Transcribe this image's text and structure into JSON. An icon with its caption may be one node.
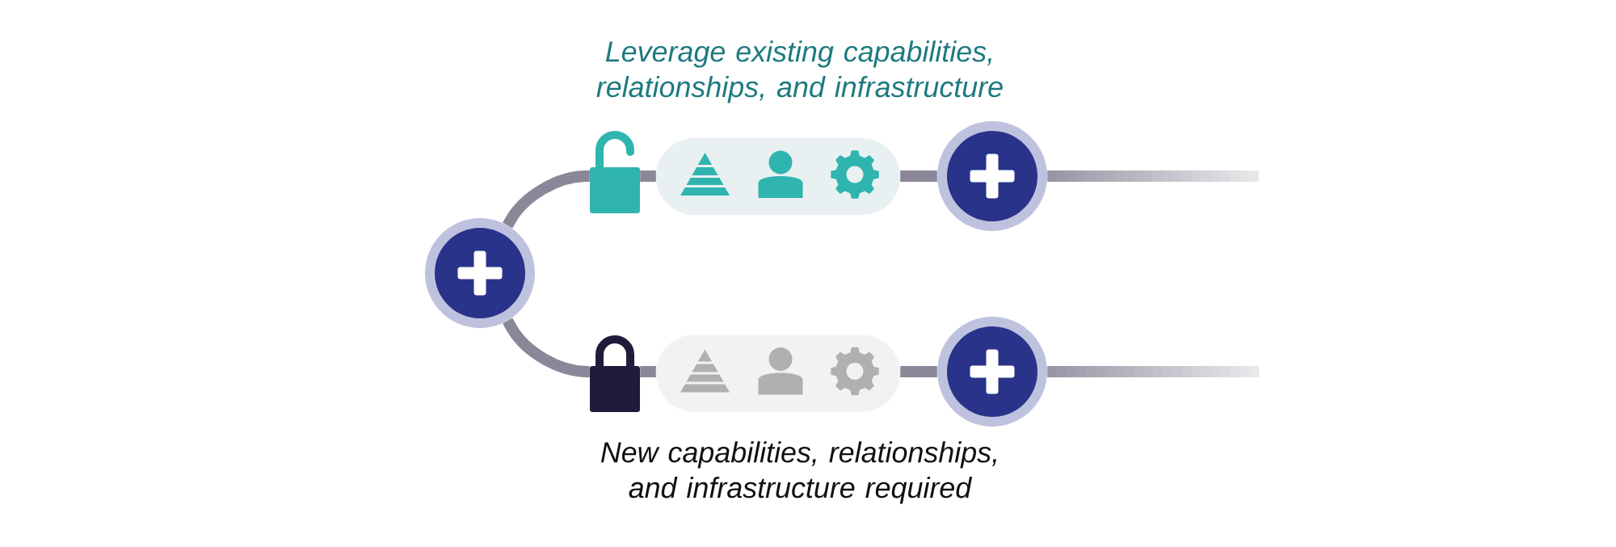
{
  "diagram": {
    "nodes": [
      {
        "text": [],
        "shape": "circle"
      },
      {
        "text": [],
        "shape": "lock"
      },
      {
        "text": [],
        "shape": "box",
        "beside": [
          "Leverage existing capabilities, relationships, and infrastructure"
        ]
      },
      {
        "text": [],
        "shape": "circle"
      },
      {
        "text": [],
        "shape": "lock"
      },
      {
        "text": [],
        "shape": "box",
        "beside": [
          "New capabilities, relationships, and infrastructure required"
        ]
      },
      {
        "text": [],
        "shape": "circle"
      }
    ],
    "edges": [
      {
        "from": 0,
        "to": 1,
        "arrow": "none"
      },
      {
        "from": 1,
        "to": 2,
        "arrow": "none"
      },
      {
        "from": 2,
        "to": 3,
        "arrow": "none"
      },
      {
        "from": 3,
        "to": null,
        "arrow": "none"
      },
      {
        "from": 0,
        "to": 4,
        "arrow": "none"
      },
      {
        "from": 4,
        "to": 5,
        "arrow": "none"
      },
      {
        "from": 5,
        "to": 6,
        "arrow": "none"
      },
      {
        "from": 6,
        "to": null,
        "arrow": "none"
      }
    ]
  }
}
